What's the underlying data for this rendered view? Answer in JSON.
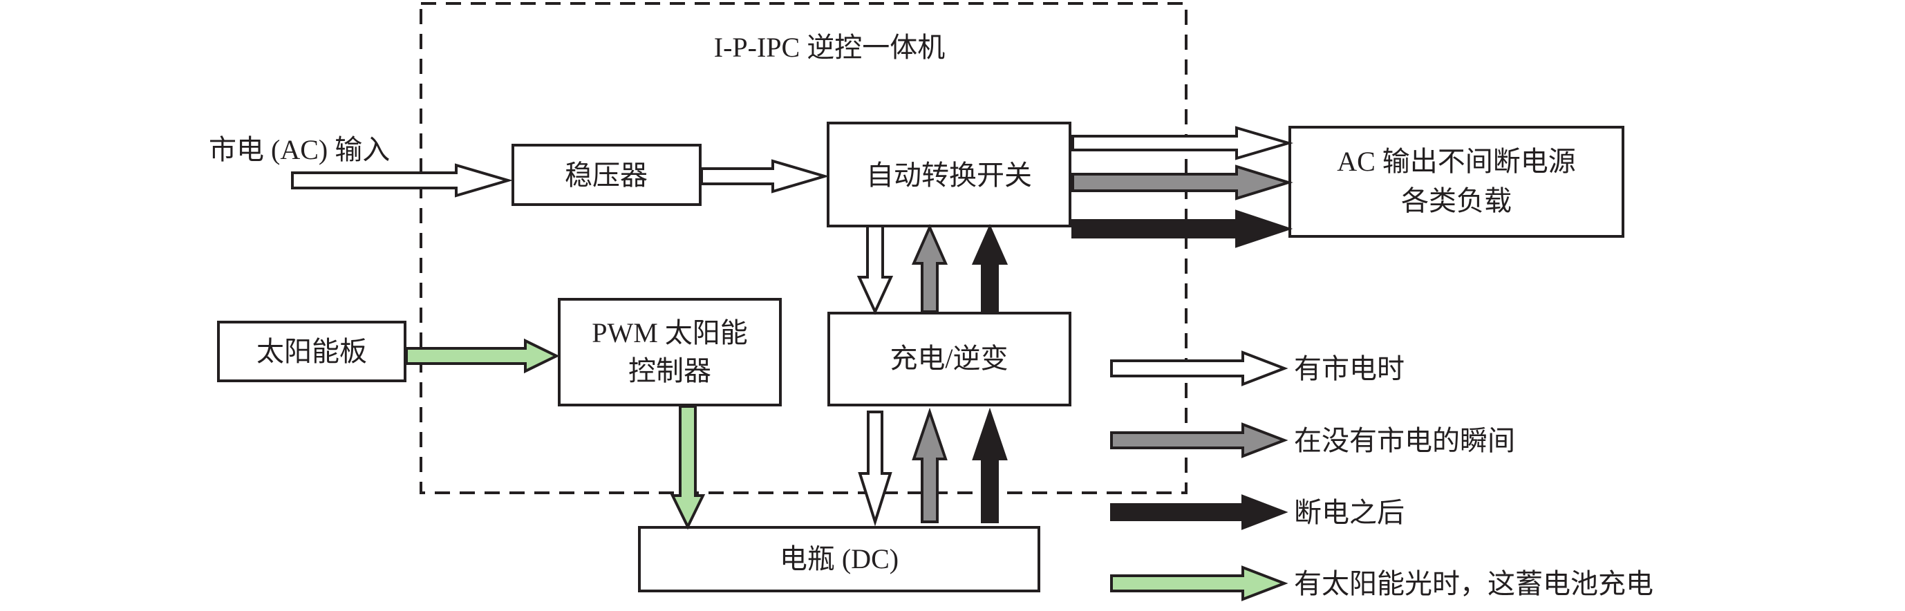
{
  "colors": {
    "outline": "#231f20",
    "white_arrow": "#ffffff",
    "gray_arrow": "#8f8e8f",
    "black_arrow": "#231f20",
    "green_arrow": "#b0dfa3"
  },
  "system": {
    "title": "I-P-IPC 逆控一体机"
  },
  "inputs": {
    "ac_input_label": "市电 (AC) 输入"
  },
  "blocks": {
    "regulator": "稳压器",
    "auto_switch": "自动转换开关",
    "ac_output_line1": "AC 输出不间断电源",
    "ac_output_line2": "各类负载",
    "solar_panel": "太阳能板",
    "pwm_controller_line1": "PWM 太阳能",
    "pwm_controller_line2": "控制器",
    "charge_inverter": "充电/逆变",
    "battery": "电瓶 (DC)"
  },
  "legend": [
    {
      "key": "white",
      "label": "有市电时"
    },
    {
      "key": "gray",
      "label": "在没有市电的瞬间"
    },
    {
      "key": "black",
      "label": "断电之后"
    },
    {
      "key": "green",
      "label": "有太阳能光时，这蓄电池充电"
    }
  ]
}
